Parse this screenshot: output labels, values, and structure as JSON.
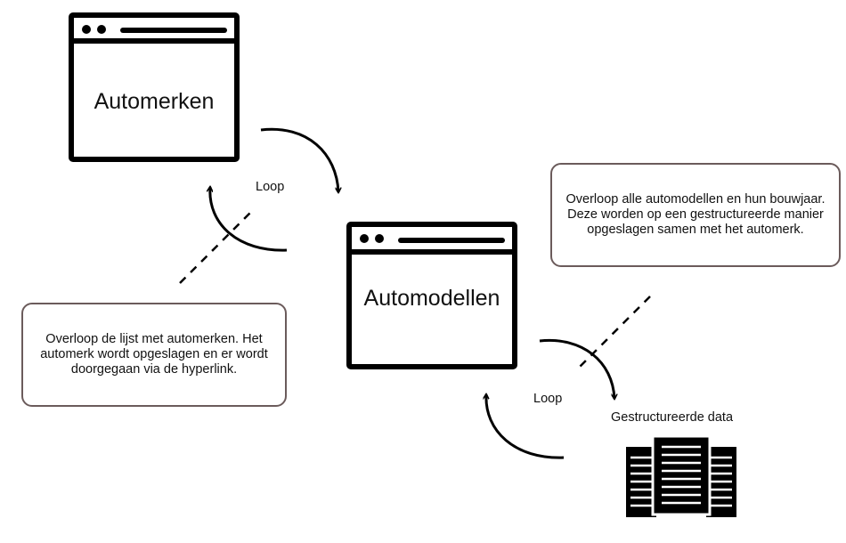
{
  "windows": {
    "brands": {
      "title": "Automerken"
    },
    "models": {
      "title": "Automodellen"
    }
  },
  "loops": {
    "top": {
      "label": "Loop"
    },
    "bottom": {
      "label": "Loop"
    }
  },
  "notes": {
    "left": {
      "text": "Overloop de lijst met automerken. Het automerk wordt opgeslagen en er wordt doorgegaan via de hyperlink."
    },
    "right": {
      "text": "Overloop alle automodellen en hun bouwjaar. Deze worden op een gestructureerde manier opgeslagen samen met het automerk."
    }
  },
  "output": {
    "label": "Gestructureerde data",
    "icon": "documents-icon"
  },
  "colors": {
    "stroke": "#000000",
    "note_border": "#6b5b5b"
  }
}
